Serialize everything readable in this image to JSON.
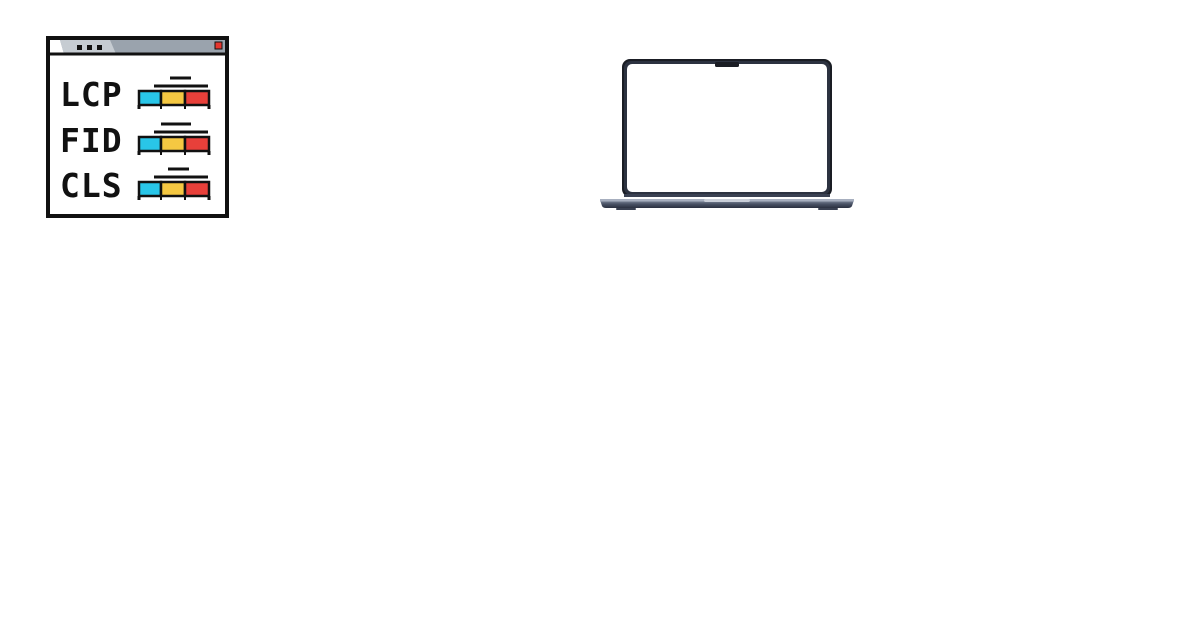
{
  "metrics_icon": {
    "icon": "web-vitals-metrics-icon",
    "window_dots": "window-dots-icon",
    "close_marker_color": "#e5362f",
    "metrics": [
      {
        "label": "LCP"
      },
      {
        "label": "FID"
      },
      {
        "label": "CLS"
      }
    ],
    "bar_colors": {
      "good": "#29c6e8",
      "needs_improvement": "#f5c842",
      "poor": "#e8403a"
    }
  },
  "laptop": {
    "icon": "laptop-icon",
    "screen_color": "#ffffff",
    "body_color": "#2c3240"
  }
}
